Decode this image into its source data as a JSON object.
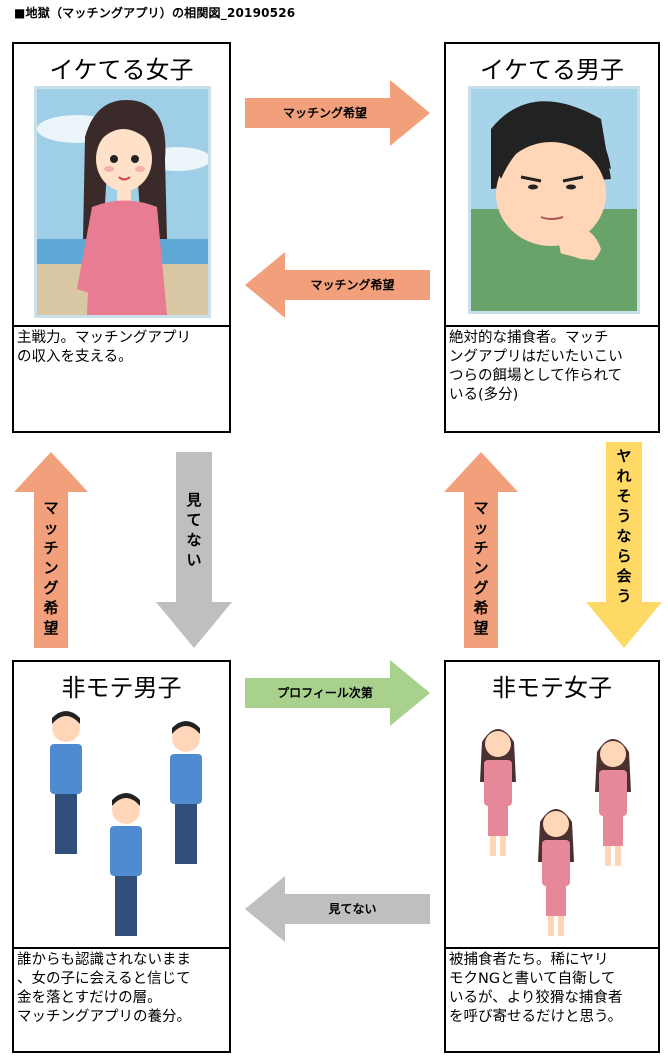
{
  "page": {
    "title": "■地獄（マッチングアプリ）の相関図_20190526"
  },
  "panels": {
    "top_left": {
      "title": "イケてる女子",
      "desc": "主戦力。マッチングアプリ\nの収入を支える。"
    },
    "top_right": {
      "title": "イケてる男子",
      "desc": "絶対的な捕食者。マッチ\nングアプリはだいたいこい\nつらの餌場として作られて\nいる(多分)"
    },
    "bottom_left": {
      "title": "非モテ男子",
      "desc": "誰からも認識されないまま\n、女の子に会えると信じて\n金を落とすだけの層。\nマッチングアプリの養分。"
    },
    "bottom_right": {
      "title": "非モテ女子",
      "desc": "被捕食者たち。稀にヤリ\nモクNGと書いて自衛して\nいるが、より狡猾な捕食者\nを呼び寄せるだけと思う。"
    }
  },
  "arrows": {
    "top_right": {
      "label": "マッチング希望",
      "color": "#f2a07b"
    },
    "top_left": {
      "label": "マッチング希望",
      "color": "#f2a07b"
    },
    "left_up": {
      "label": "マッチング希望",
      "color": "#f2a07b"
    },
    "left_down": {
      "label": "見てない",
      "color": "#bfbfbf"
    },
    "right_up": {
      "label": "マッチング希望",
      "color": "#f2a07b"
    },
    "right_down": {
      "label": "ヤれそうなら会う",
      "color": "#ffd966"
    },
    "bottom_right": {
      "label": "プロフィール次第",
      "color": "#a9d18e"
    },
    "bottom_left": {
      "label": "見てない",
      "color": "#bfbfbf"
    }
  }
}
